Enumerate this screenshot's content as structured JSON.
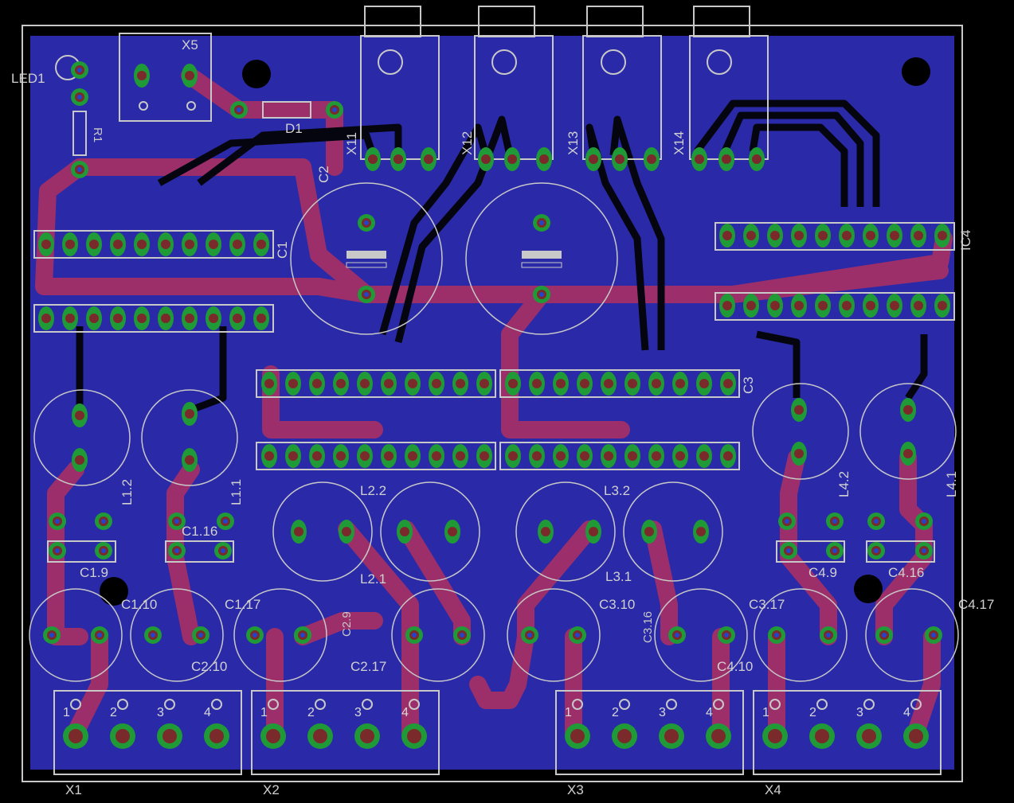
{
  "board": {
    "colors": {
      "background": "#000000",
      "copper_fill": "#2a2aa8",
      "bottom_trace": "#000000",
      "top_trace": "#b03060",
      "pad_outer": "#1f9a36",
      "pad_inner": "#7a2a2a",
      "silkscreen": "#c8c8c8"
    }
  },
  "labels": {
    "x5": "X5",
    "led1": "LED1",
    "r1": "R1",
    "d1": "D1",
    "c1": "C1",
    "c2": "C2",
    "c3": "C3",
    "ic4": "IC4",
    "x11": "X11",
    "x12": "X12",
    "x13": "X13",
    "x14": "X14",
    "l11": "L1.1",
    "l12": "L1.2",
    "l21": "L2.1",
    "l22": "L2.2",
    "l31": "L3.1",
    "l32": "L3.2",
    "l41": "L4.1",
    "l42": "L4.2",
    "c19": "C1.9",
    "c110": "C1.10",
    "c116": "C1.16",
    "c117": "C1.17",
    "c210": "C2.10",
    "c29": "C2.9",
    "c217": "C2.17",
    "c310": "C3.10",
    "c316": "C3.16",
    "c317": "C3.17",
    "c49": "C4.9",
    "c410": "C4.10",
    "c416": "C4.16",
    "c417": "C4.17",
    "x1": "X1",
    "x2": "X2",
    "x3": "X3",
    "x4": "X4",
    "pin1": "1",
    "pin2": "2",
    "pin3": "3",
    "pin4": "4"
  }
}
